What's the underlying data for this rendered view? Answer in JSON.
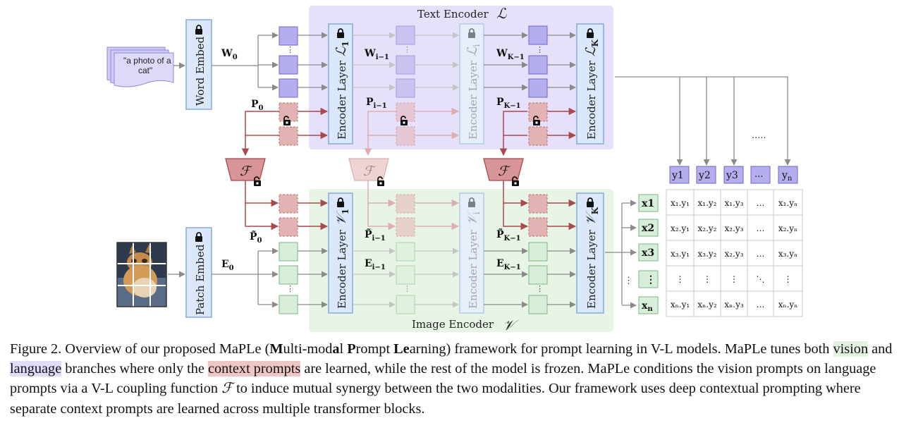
{
  "figure": {
    "text_encoder_title": "Text Encoder",
    "text_encoder_symbol": "ℒ",
    "image_encoder_title": "Image Encoder",
    "image_encoder_symbol": "𝒱",
    "prompt_text_line1": "\"a photo of a",
    "prompt_text_line2": "cat\"",
    "word_embed": "Word Embed",
    "patch_embed": "Patch Embed",
    "encoder_layer": "Encoder Layer",
    "sym_L": "ℒ",
    "sym_V": "𝒱",
    "sub_1": "1",
    "sub_i": "i",
    "sub_K": "K",
    "coupling_symbol": "ℱ",
    "labels": {
      "W0": "W",
      "W0_sub": "0",
      "Wi": "W",
      "Wi_sub": "i−1",
      "WK": "W",
      "WK_sub": "K−1",
      "P0": "P",
      "P0_sub": "0",
      "Pi": "P",
      "Pi_sub": "i−1",
      "PK": "P",
      "PK_sub": "K−1",
      "Pt0": "P̃",
      "Pt0_sub": "0",
      "Pti": "P̃",
      "Pti_sub": "i−1",
      "PtK": "P̃",
      "PtK_sub": "K−1",
      "E0": "E",
      "E0_sub": "0",
      "Ei": "E",
      "Ei_sub": "i−1",
      "EK": "E",
      "EK_sub": "K−1"
    },
    "ellipsis_top": ".....",
    "y_labels": [
      "y1",
      "y2",
      "y3",
      "...",
      "y"
    ],
    "y_last_sub": "n",
    "x_labels": [
      "x1",
      "x2",
      "x3",
      "⋮",
      "x"
    ],
    "x_last_sub": "n",
    "matrix": [
      [
        "x₁.y₁",
        "x₁.y₂",
        "x₁.y₃",
        "…",
        "x₁.yₙ"
      ],
      [
        "x₂.y₁",
        "x₂.y₂",
        "x₂.y₃",
        "…",
        "x₂.yₙ"
      ],
      [
        "x₃.y₁",
        "x₃.y₂",
        "x₂.y₃",
        "…",
        "x₃.yₙ"
      ],
      [
        "⋮",
        "⋮",
        "⋮",
        "⋱",
        "⋮"
      ],
      [
        "xₙ.y₁",
        "xₙ.y₂",
        "xₙ.y₃",
        "…",
        "xₙ.yₙ"
      ]
    ]
  },
  "caption": {
    "p1": "Figure 2. Overview of our proposed MaPLe (",
    "b1": "M",
    "p2": "ulti-mod",
    "b2": "a",
    "p3": "l ",
    "b3": "P",
    "p4": "rompt ",
    "b4": "Le",
    "p5": "arning) framework for prompt learning in V-L models. MaPLe tunes both ",
    "vision": "vision",
    "p6": " and ",
    "language": "language",
    "p7": " branches where only the ",
    "context": "context prompts",
    "p8": " are learned, while the rest of the model is frozen. MaPLe conditions the vision prompts on language prompts via a V-L coupling function ",
    "F": "ℱ",
    "p9": " to induce mutual synergy between the two modalities. Our framework uses deep contextual prompting where separate context prompts are learned across multiple transformer blocks."
  },
  "colors": {
    "text_panel": "#e6e0fa",
    "image_panel": "#e8f5e6",
    "encoder_fill": "#dbe8fb",
    "encoder_stroke": "#86a9dc",
    "word_token": "#b4aeee",
    "prompt_token": "#e3b3b4",
    "image_token": "#d8eedb",
    "coupling": "#d79597",
    "arrow_red": "#a8494d",
    "arrow_gray": "#8a8a8a"
  }
}
